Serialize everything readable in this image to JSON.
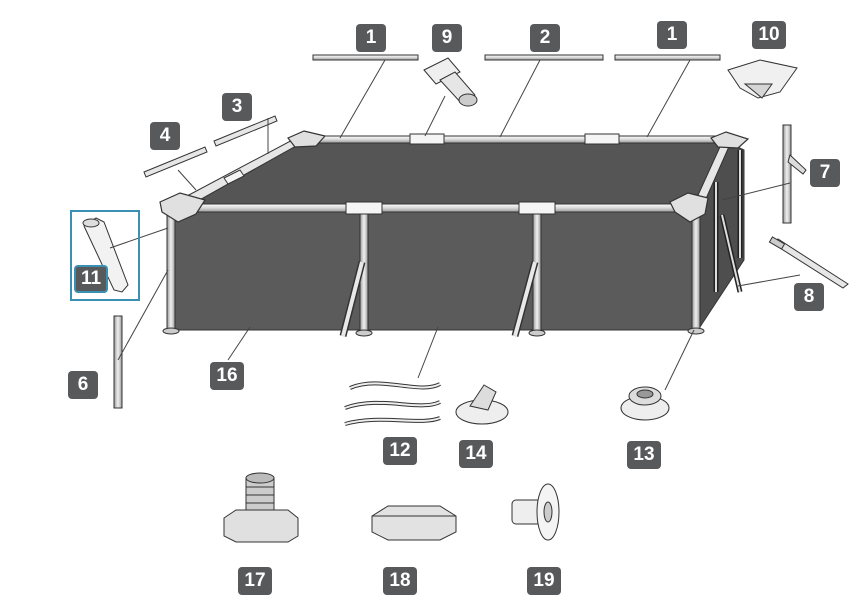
{
  "diagram": {
    "parts": [
      {
        "id": "1a",
        "label": "1",
        "name": "top-rail-long-1"
      },
      {
        "id": "9",
        "label": "9",
        "name": "t-joint"
      },
      {
        "id": "2",
        "label": "2",
        "name": "top-rail-long-2"
      },
      {
        "id": "1b",
        "label": "1",
        "name": "top-rail-long-3"
      },
      {
        "id": "10",
        "label": "10",
        "name": "corner-joint"
      },
      {
        "id": "3",
        "label": "3",
        "name": "top-rail-short-1"
      },
      {
        "id": "4",
        "label": "4",
        "name": "top-rail-short-2"
      },
      {
        "id": "7",
        "label": "7",
        "name": "leg-with-bracket"
      },
      {
        "id": "11",
        "label": "11",
        "name": "leg-cap"
      },
      {
        "id": "8",
        "label": "8",
        "name": "support-brace"
      },
      {
        "id": "6",
        "label": "6",
        "name": "vertical-leg"
      },
      {
        "id": "16",
        "label": "16",
        "name": "pool-liner"
      },
      {
        "id": "12",
        "label": "12",
        "name": "belt-strap"
      },
      {
        "id": "14",
        "label": "14",
        "name": "brace-foot"
      },
      {
        "id": "13",
        "label": "13",
        "name": "leg-foot"
      },
      {
        "id": "17",
        "label": "17",
        "name": "drain-valve"
      },
      {
        "id": "18",
        "label": "18",
        "name": "drain-cap"
      },
      {
        "id": "19",
        "label": "19",
        "name": "plug-stopper"
      }
    ],
    "highlighted": "11",
    "colors": {
      "badge": "#58595b",
      "highlight": "#3b8fb3",
      "liner": "#595959",
      "frame": "#f2f2f2",
      "stroke": "#333333"
    }
  }
}
